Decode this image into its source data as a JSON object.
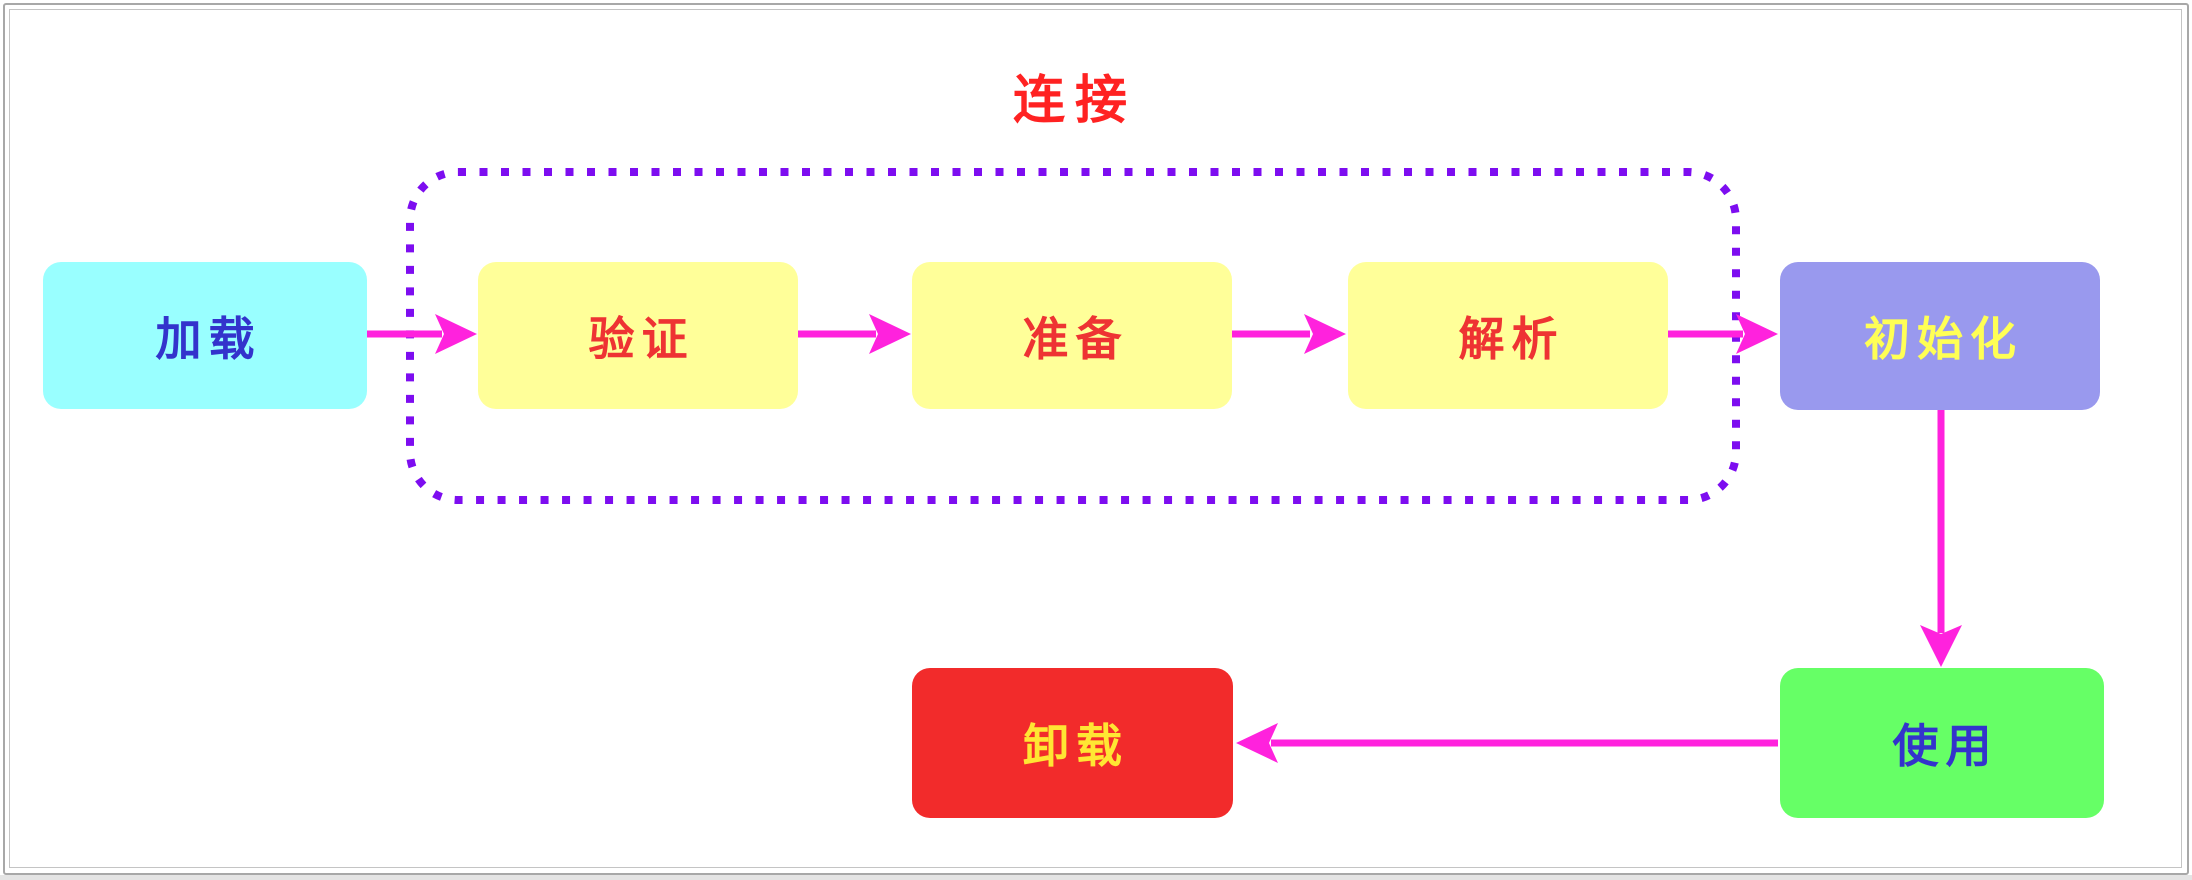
{
  "diagram": {
    "title": {
      "text": "连接",
      "color": "#FF2222"
    },
    "group": {
      "label": "连接",
      "border_color": "#7D0DF0",
      "border_style": "dotted",
      "members": [
        "验证",
        "准备",
        "解析"
      ]
    },
    "arrow_color": "#FF22DD",
    "nodes": [
      {
        "id": "load",
        "label": "加载",
        "fill": "#99FFFF",
        "text_color": "#3333CC"
      },
      {
        "id": "verify",
        "label": "验证",
        "fill": "#FFFF99",
        "text_color": "#EE3333"
      },
      {
        "id": "prepare",
        "label": "准备",
        "fill": "#FFFF99",
        "text_color": "#EE3333"
      },
      {
        "id": "resolve",
        "label": "解析",
        "fill": "#FFFF99",
        "text_color": "#EE3333"
      },
      {
        "id": "initialize",
        "label": "初始化",
        "fill": "#9999EE",
        "text_color": "#FFFF55"
      },
      {
        "id": "use",
        "label": "使用",
        "fill": "#66FF66",
        "text_color": "#3333CC"
      },
      {
        "id": "unload",
        "label": "卸载",
        "fill": "#F22B2B",
        "text_color": "#FFE633"
      }
    ],
    "edges": [
      {
        "from": "加载",
        "to": "验证"
      },
      {
        "from": "验证",
        "to": "准备"
      },
      {
        "from": "准备",
        "to": "解析"
      },
      {
        "from": "解析",
        "to": "初始化"
      },
      {
        "from": "初始化",
        "to": "使用"
      },
      {
        "from": "使用",
        "to": "卸载"
      }
    ]
  }
}
